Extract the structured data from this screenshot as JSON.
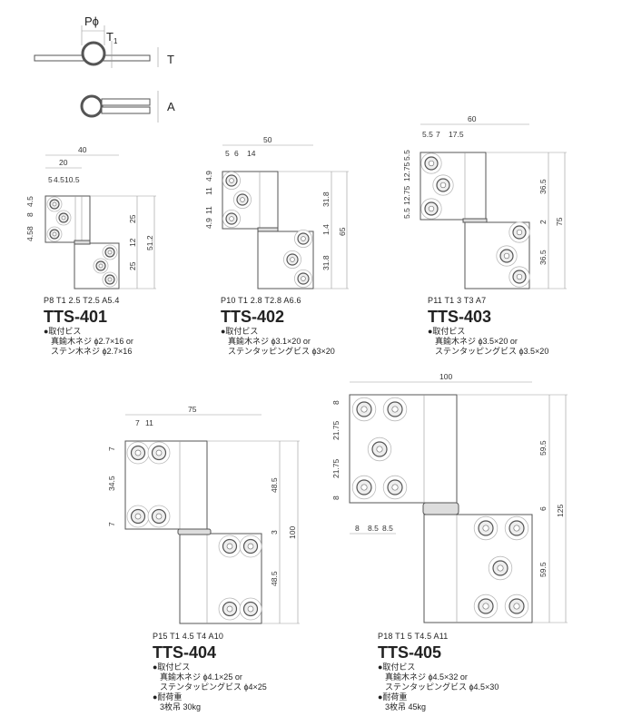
{
  "profile": {
    "p_label": "Pϕ",
    "t1_label": "T",
    "t1_sub": "1",
    "t_label": "T",
    "a_label": "A"
  },
  "models": [
    {
      "name": "TTS-401",
      "spec": "P8  T1 2.5  T2.5  A5.4",
      "screw_heading": "●取付ビス",
      "screw_1": "真鍮木ネジ ϕ2.7×16 or",
      "screw_2": "ステン木ネジ ϕ2.7×16",
      "dims": [
        "40",
        "20",
        "5",
        "4.5",
        "10.5",
        "4.5",
        "8",
        "8",
        "4.5",
        "25",
        "12",
        "25",
        "51.2"
      ]
    },
    {
      "name": "TTS-402",
      "spec": "P10  T1 2.8  T2.8  A6.6",
      "screw_heading": "●取付ビス",
      "screw_1": "真鍮木ネジ ϕ3.1×20 or",
      "screw_2": "ステンタッピングビス ϕ3×20",
      "dims": [
        "50",
        "5",
        "6",
        "14",
        "4.9",
        "11",
        "11",
        "4.9",
        "31.8",
        "1.4",
        "31.8",
        "65"
      ]
    },
    {
      "name": "TTS-403",
      "spec": "P11  T1 3  T3  A7",
      "screw_heading": "●取付ビス",
      "screw_1": "真鍮木ネジ ϕ3.5×20 or",
      "screw_2": "ステンタッピングビス ϕ3.5×20",
      "dims": [
        "60",
        "5.5",
        "7",
        "17.5",
        "5.5",
        "12.75",
        "12.75",
        "5.5",
        "36.5",
        "2",
        "36.5",
        "75"
      ]
    },
    {
      "name": "TTS-404",
      "spec": "P15  T1 4.5  T4  A10",
      "screw_heading": "●取付ビス",
      "screw_1": "真鍮木ネジ ϕ4.1×25 or",
      "screw_2": "ステンタッピングビス ϕ4×25",
      "load_heading": "●耐荷重",
      "load": "3枚吊 30kg",
      "dims": [
        "75",
        "7",
        "11",
        "7",
        "34.5",
        "7",
        "48.5",
        "3",
        "48.5",
        "100"
      ]
    },
    {
      "name": "TTS-405",
      "spec": "P18  T1 5  T4.5  A11",
      "screw_heading": "●取付ビス",
      "screw_1": "真鍮木ネジ ϕ4.5×32 or",
      "screw_2": "ステンタッピングビス ϕ4.5×30",
      "load_heading": "●耐荷重",
      "load": "3枚吊 45kg",
      "dims": [
        "100",
        "8",
        "21.75",
        "21.75",
        "8",
        "8",
        "8.5",
        "8.5",
        "59.5",
        "6",
        "59.5",
        "125"
      ]
    }
  ]
}
